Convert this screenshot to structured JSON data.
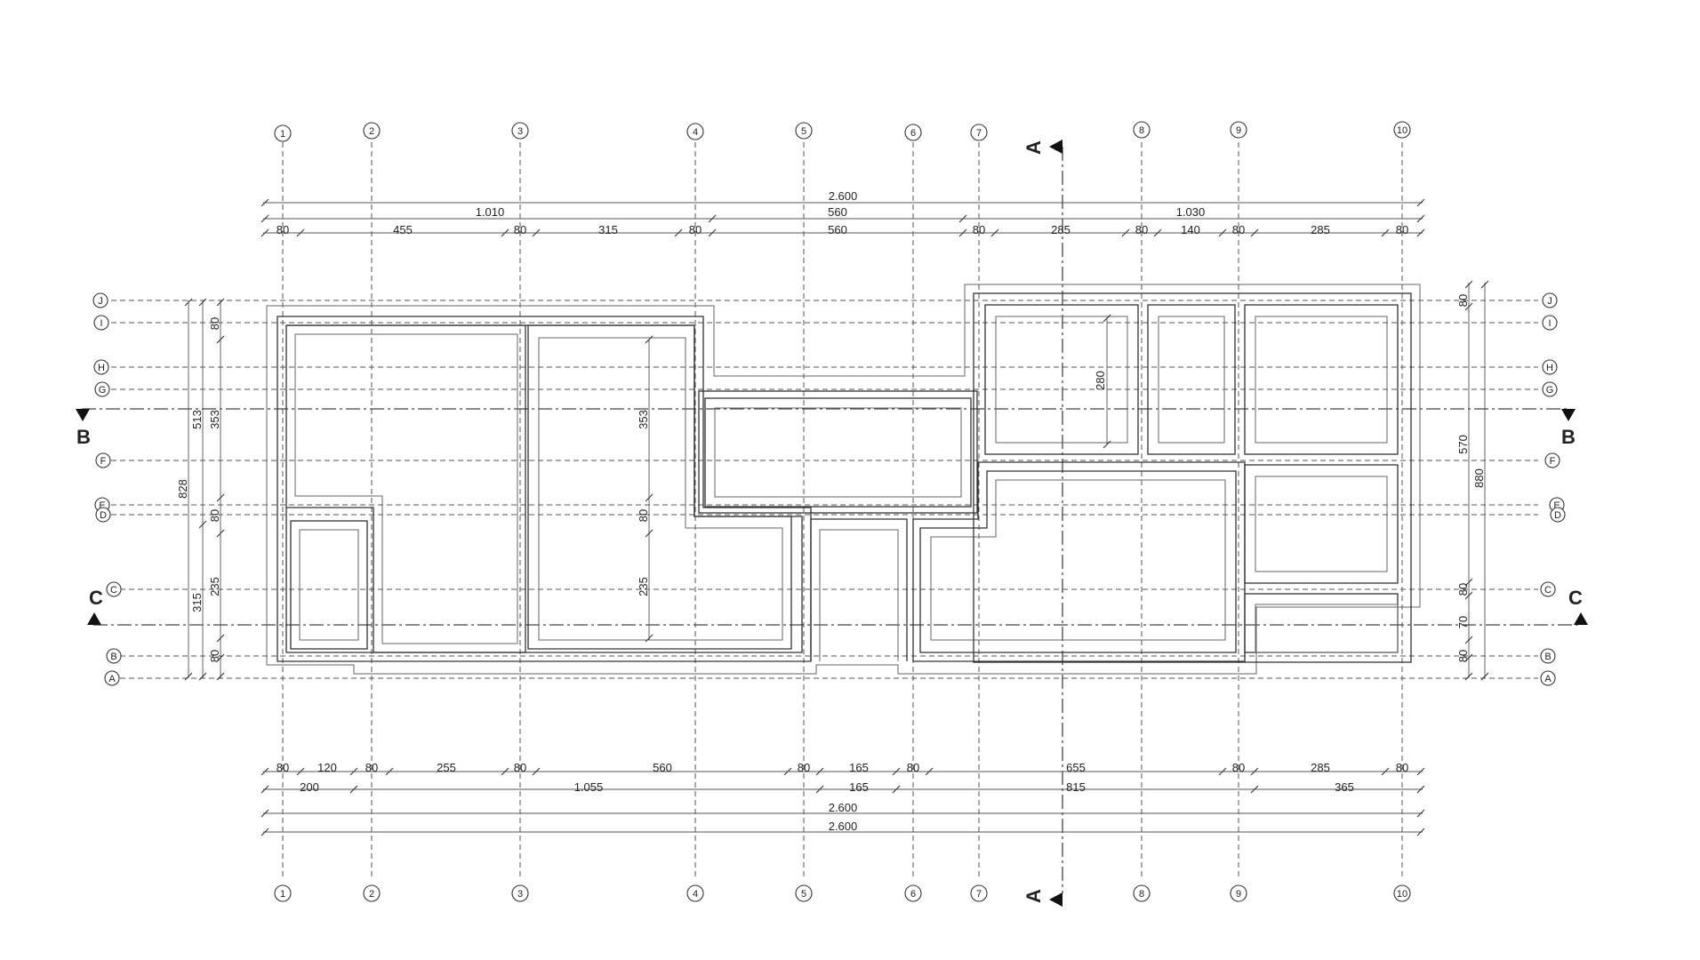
{
  "grid": {
    "columns": [
      "1",
      "2",
      "3",
      "4",
      "5",
      "6",
      "7",
      "8",
      "9",
      "10"
    ],
    "rows": [
      "J",
      "I",
      "H",
      "G",
      "F",
      "E",
      "D",
      "C",
      "B",
      "A"
    ]
  },
  "sections": {
    "a": "A",
    "b": "B",
    "c": "C"
  },
  "dims": {
    "top_total": "2.600",
    "top_mid": [
      "1.010",
      "560",
      "1.030"
    ],
    "top_detail": [
      "80",
      "455",
      "80",
      "315",
      "80",
      "560",
      "80",
      "285",
      "80",
      "140",
      "80",
      "285",
      "80"
    ],
    "bottom_detail": [
      "80",
      "120",
      "80",
      "255",
      "80",
      "560",
      "80",
      "165",
      "80",
      "655",
      "80",
      "285",
      "80"
    ],
    "bottom_mid": [
      "200",
      "1.055",
      "165",
      "815",
      "365"
    ],
    "bottom_total_1": "2.600",
    "bottom_total_2": "2.600",
    "left_outer": "828",
    "left_mid": [
      "513",
      "315"
    ],
    "left_detail": [
      "80",
      "353",
      "80",
      "235",
      "80"
    ],
    "right_outer": "880",
    "right_detail": [
      "80",
      "570",
      "80",
      "70",
      "80"
    ],
    "interior": [
      "353",
      "80",
      "235",
      "280"
    ]
  },
  "colors": {
    "line": "#333333",
    "background": "#ffffff"
  }
}
